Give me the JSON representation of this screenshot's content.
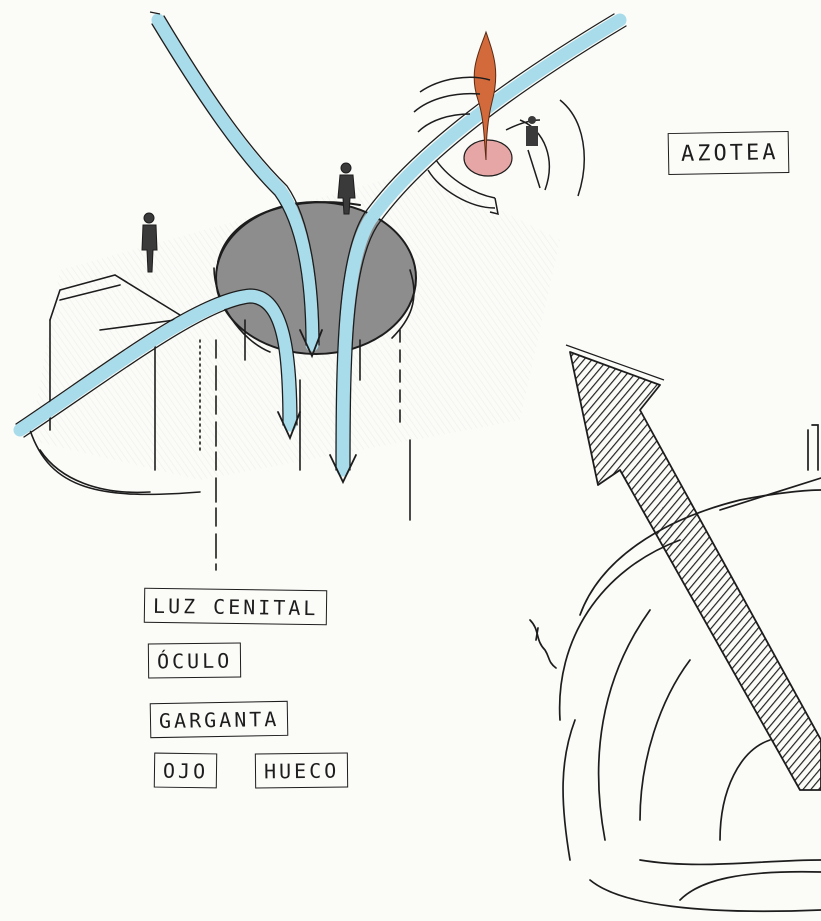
{
  "labels": {
    "azotea": "AZOTEA",
    "luz_cenital": "LUZ CENITAL",
    "oculo": "ÓCULO",
    "garganta": "GARGANTA",
    "ojo": "OJO",
    "hueco": "HUECO"
  },
  "colors": {
    "ink": "#1d1d1d",
    "light_rays": "#a8dcea",
    "flame": "#d26a3c",
    "flame_base": "#e6a6a6",
    "shading": "#8c8c8c"
  }
}
